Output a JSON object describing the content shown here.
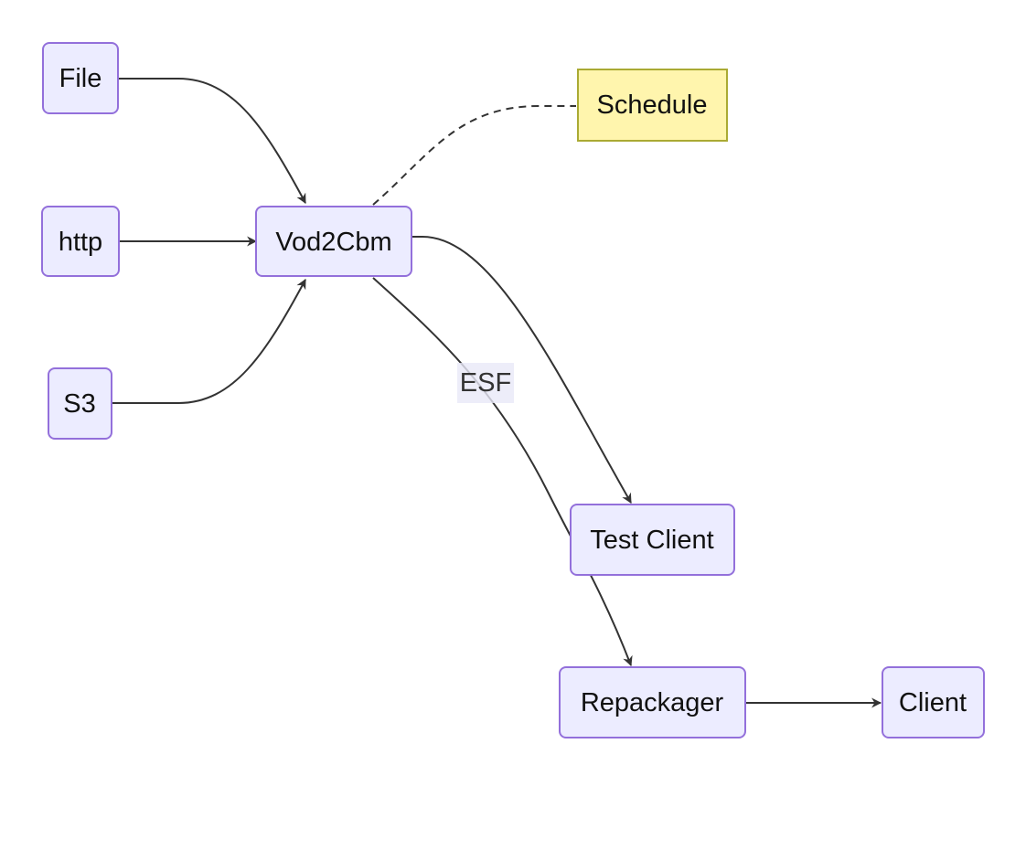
{
  "diagram": {
    "nodes": {
      "file": {
        "label": "File"
      },
      "http": {
        "label": "http"
      },
      "s3": {
        "label": "S3"
      },
      "vod2cbm": {
        "label": "Vod2Cbm"
      },
      "schedule": {
        "label": "Schedule"
      },
      "test_client": {
        "label": "Test Client"
      },
      "repackager": {
        "label": "Repackager"
      },
      "client": {
        "label": "Client"
      }
    },
    "edges": [
      {
        "from": "File",
        "to": "Vod2Cbm",
        "style": "arrow"
      },
      {
        "from": "http",
        "to": "Vod2Cbm",
        "style": "arrow"
      },
      {
        "from": "S3",
        "to": "Vod2Cbm",
        "style": "arrow"
      },
      {
        "from": "Vod2Cbm",
        "to": "Schedule",
        "style": "dashed"
      },
      {
        "from": "Vod2Cbm",
        "to": "Test Client",
        "style": "arrow"
      },
      {
        "from": "Vod2Cbm",
        "to": "Repackager",
        "style": "arrow",
        "label": "ESF"
      },
      {
        "from": "Repackager",
        "to": "Client",
        "style": "arrow"
      }
    ],
    "edge_labels": {
      "esf": "ESF"
    },
    "colors": {
      "node_fill": "#ECECFF",
      "node_stroke": "#9370DB",
      "note_fill": "#FFF5AD",
      "note_stroke": "#AAAA33",
      "edge": "#333333"
    }
  }
}
